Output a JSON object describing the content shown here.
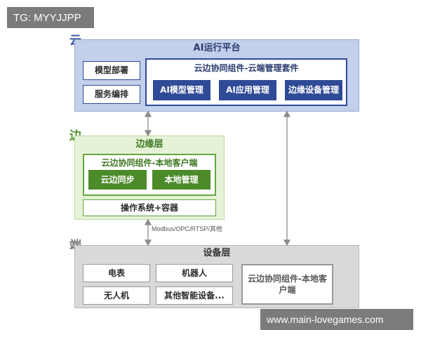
{
  "watermarks": {
    "top": "TG: MYYJJPP",
    "bottom": "www.main-lovegames.com"
  },
  "tiers": {
    "cloud": "云",
    "edge": "边",
    "end": "端"
  },
  "cloud": {
    "title": "AI运行平台",
    "left_items": [
      "模型部署",
      "服务编排"
    ],
    "suite": {
      "label": "云边协同组件-云端管理套件",
      "items": [
        "AI模型管理",
        "AI应用管理",
        "边缘设备管理"
      ]
    }
  },
  "edge": {
    "title": "边缘层",
    "client": {
      "label": "云边协同组件-本地客户端",
      "items": [
        "云边同步",
        "本地管理"
      ]
    },
    "os": "操作系统+容器"
  },
  "protocol": "Modbus/OPC/RTSP/其他",
  "devices": {
    "title": "设备层",
    "items": [
      "电表",
      "机器人",
      "无人机",
      "其他智能设备..."
    ],
    "client": "云边协同组件-本地客户端"
  },
  "colors": {
    "cloud_accent": "#2f4a96",
    "edge_accent": "#4d8b2a",
    "device_border": "#999999"
  }
}
